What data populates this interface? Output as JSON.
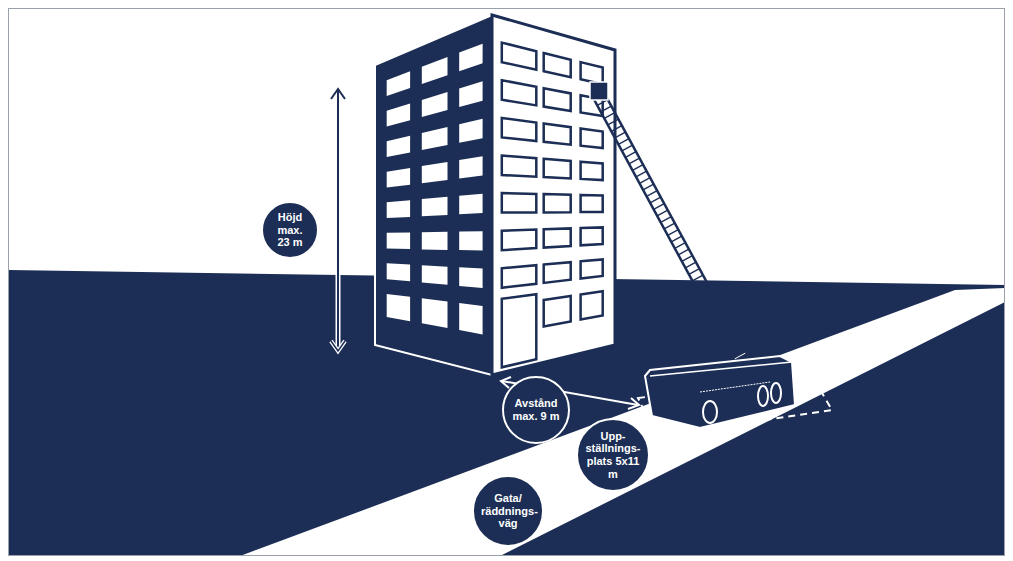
{
  "diagram": {
    "nodes": [
      {
        "text": [
          "Höjd max. 23 m"
        ]
      },
      {
        "text": [
          "Avstånd max. 9 m"
        ]
      },
      {
        "text": [
          "Upp- ställnings- plats 5x11 m"
        ]
      },
      {
        "text": [
          "Gata/ räddnings- väg"
        ]
      }
    ]
  }
}
